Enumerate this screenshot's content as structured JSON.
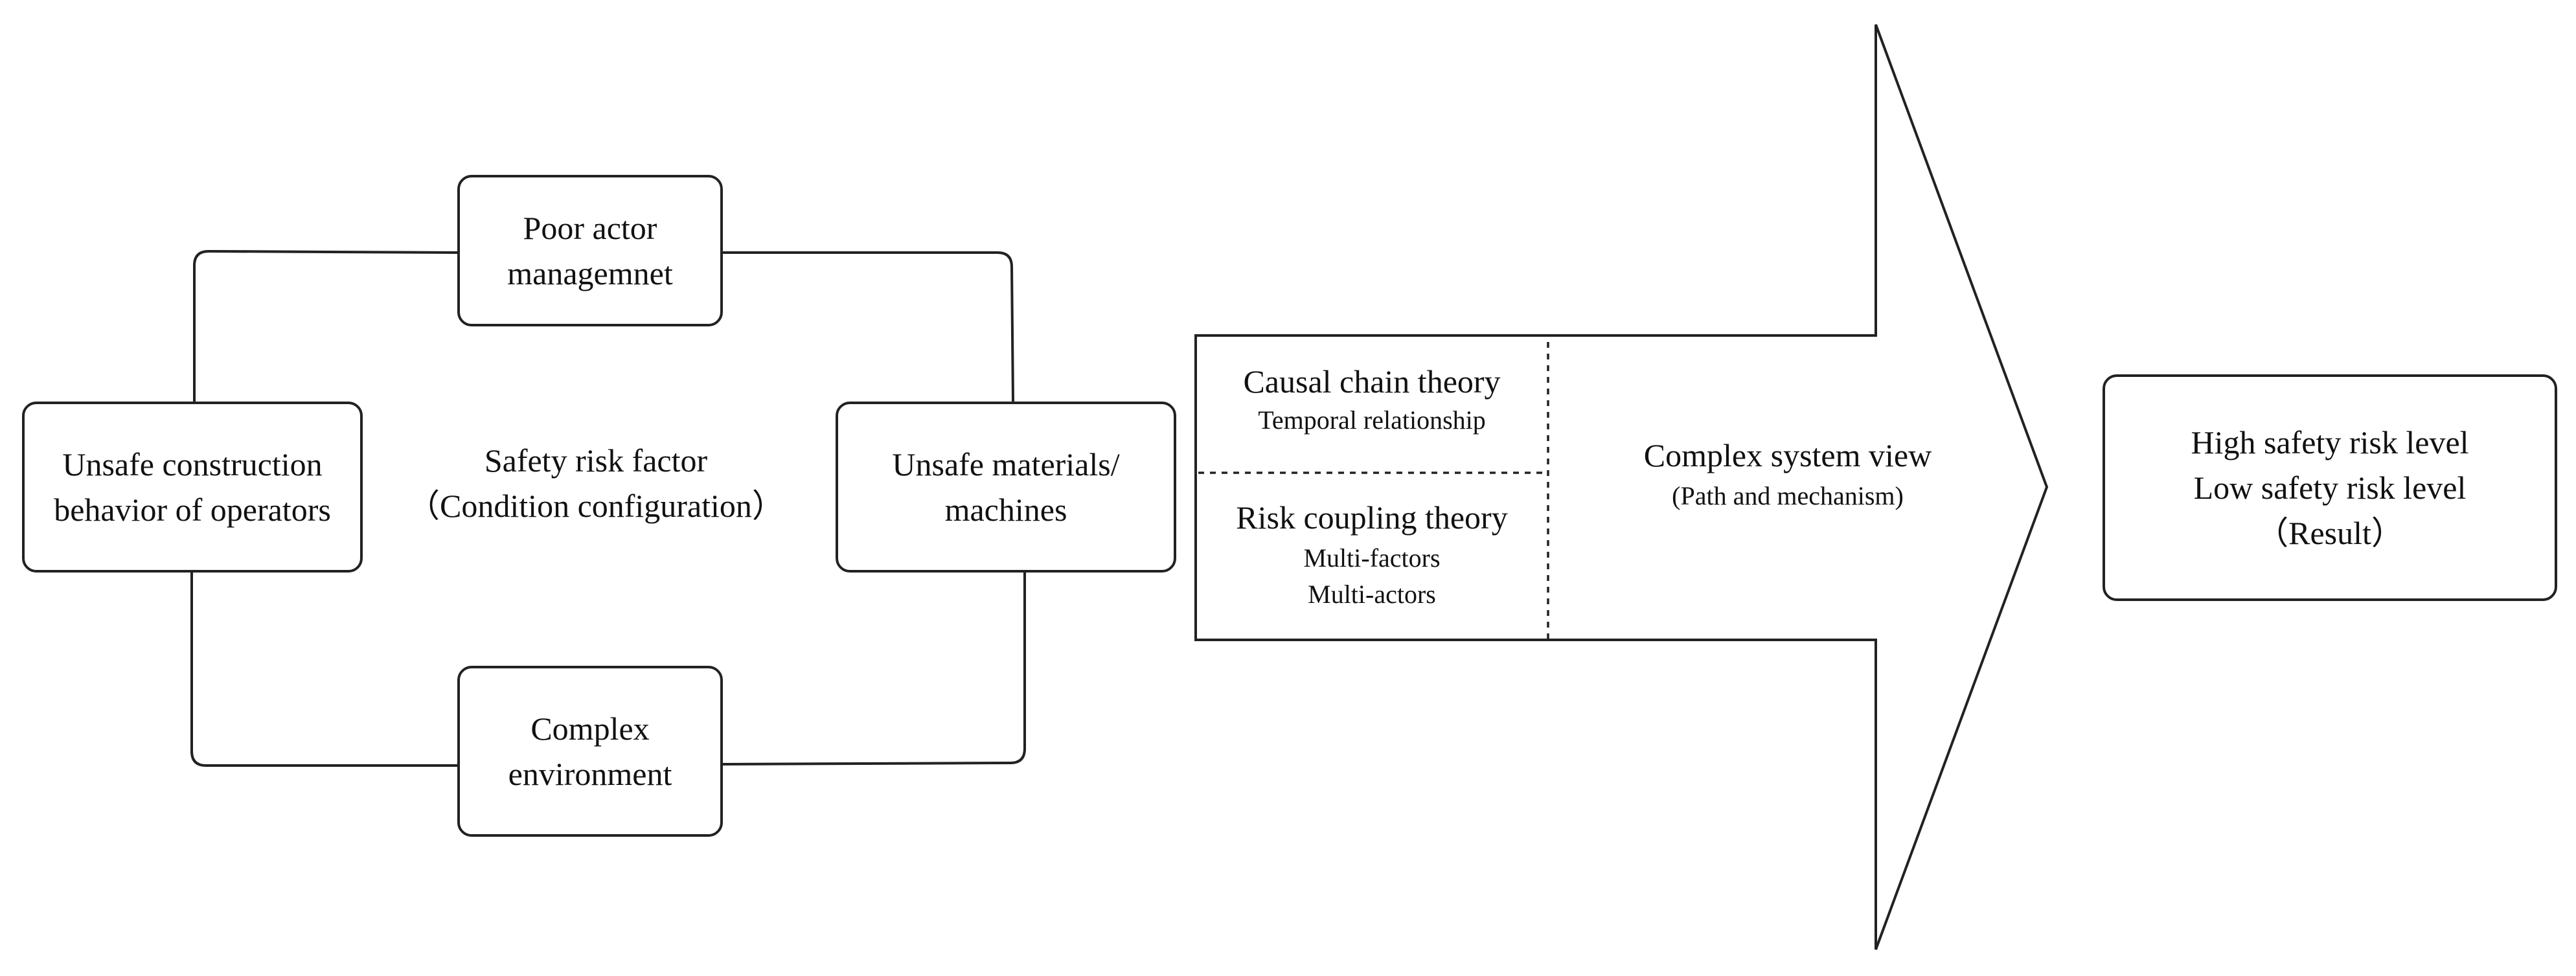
{
  "factor_boxes": {
    "top": {
      "lines": [
        "Poor actor",
        "managemnet"
      ]
    },
    "left": {
      "lines": [
        "Unsafe construction",
        "behavior of operators"
      ]
    },
    "right": {
      "lines": [
        "Unsafe materials/",
        "machines"
      ]
    },
    "bottom": {
      "lines": [
        "Complex",
        "environment"
      ]
    }
  },
  "center": {
    "title": "Safety risk factor",
    "subtitle": "（Condition configuration）"
  },
  "arrow": {
    "causal": {
      "title": "Causal chain theory",
      "sub": "Temporal relationship"
    },
    "coupling": {
      "title": "Risk coupling theory",
      "sub1": "Multi-factors",
      "sub2": "Multi-actors"
    },
    "system": {
      "title": "Complex system view",
      "sub": "(Path and mechanism)"
    }
  },
  "result": {
    "line1": "High safety risk level",
    "line2": "Low safety risk level",
    "line3": "（Result）"
  }
}
